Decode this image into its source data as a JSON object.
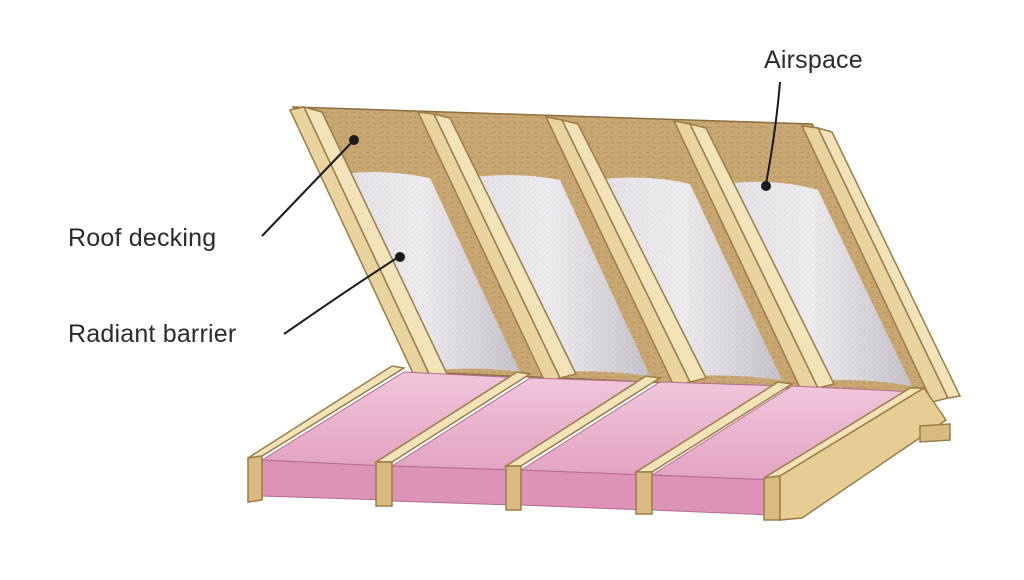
{
  "labels": {
    "airspace": "Airspace",
    "roof_decking": "Roof decking",
    "radiant_barrier": "Radiant barrier"
  },
  "colors": {
    "decking": "#c9a772",
    "decking_dark": "#a88654",
    "rafter": "#ecd9a6",
    "rafter_shade": "#c7a86c",
    "barrier": "#e4e1e6",
    "barrier_shade": "#c9c4cc",
    "insulation": "#eab5cf",
    "insulation_dark": "#cf7fa6",
    "joist": "#efdcab",
    "joist_shade": "#c9a66a",
    "leader": "#1a1a1a"
  },
  "icons": [
    "rafter",
    "joist",
    "roof-decking-board",
    "radiant-barrier-sheet",
    "fiberglass-insulation-batt"
  ]
}
